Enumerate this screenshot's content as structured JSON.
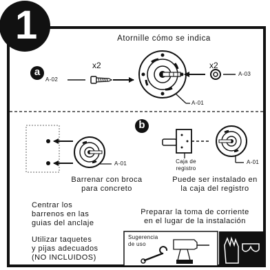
{
  "step_number": "1",
  "title": "Atornille cómo se indica",
  "section_a": {
    "badge": "a",
    "left_label": "A-02",
    "left_qty": "x2",
    "center_label": "A-01",
    "right_qty": "x2",
    "right_label": "A-03"
  },
  "section_b": {
    "badge": "b",
    "concrete_label": "A-01",
    "concrete_caption_line1": "Barrenar con broca",
    "concrete_caption_line2": "para concreto",
    "box_label_line1": "Caja de",
    "box_label_line2": "registro",
    "box_part_label": "A-01",
    "box_caption_line1": "Puede ser instalado en",
    "box_caption_line2": "la caja del registro"
  },
  "notes": {
    "center_line1": "Centrar los",
    "center_line2": "barrenos en las",
    "center_line3": "guias del anclaje",
    "anchors_line1": "Utilizar taquetes",
    "anchors_line2": "y pijas adecuados",
    "anchors_line3": "(NO INCLUIDOS)",
    "prepare_line1": "Preparar la toma de corriente",
    "prepare_line2": "en el lugar de la instalación"
  },
  "suggestion": {
    "line1": "Sugerencia",
    "line2": "de uso"
  }
}
